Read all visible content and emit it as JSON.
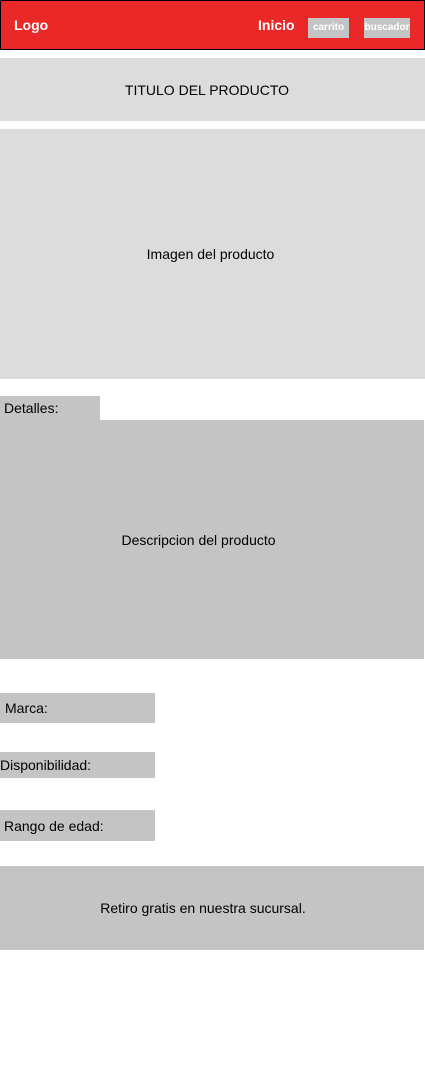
{
  "header": {
    "logo": "Logo",
    "nav": {
      "inicio": "Inicio",
      "carrito": "carrito",
      "buscador": "buscador"
    }
  },
  "product": {
    "title": "TITULO DEL PRODUCTO",
    "image_placeholder": "Imagen del producto",
    "details_label": "Detalles:",
    "description": "Descripcion del producto",
    "brand_label": "Marca:",
    "availability_label": "Disponibilidad:",
    "age_range_label": "Rango de edad:",
    "pickup_notice": "Retiro gratis en nuestra sucursal."
  },
  "colors": {
    "header_background": "#ea2828",
    "block_light": "#dcdcdc",
    "block_gray": "#c4c4c4"
  }
}
